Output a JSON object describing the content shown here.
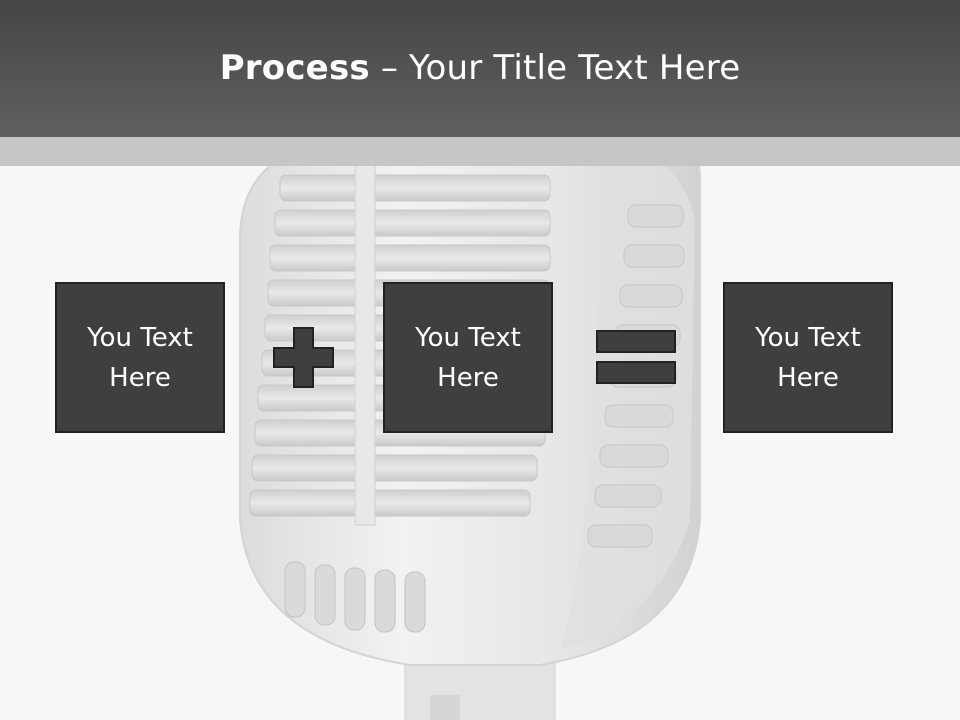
{
  "header": {
    "title_strong": "Process",
    "title_rest": " – Your Title Text Here"
  },
  "process": {
    "boxes": [
      {
        "text": "You Text Here"
      },
      {
        "text": "You Text Here"
      },
      {
        "text": "You Text Here"
      }
    ],
    "operators": [
      {
        "icon": "plus-icon"
      },
      {
        "icon": "equals-icon"
      }
    ]
  },
  "colors": {
    "header": "#4f4f4f",
    "subbar": "#c6c6c6",
    "box_fill": "#3f3f3f",
    "box_border": "#222222",
    "background": "#f7f7f7"
  },
  "background_image": {
    "icon": "microphone-icon"
  }
}
